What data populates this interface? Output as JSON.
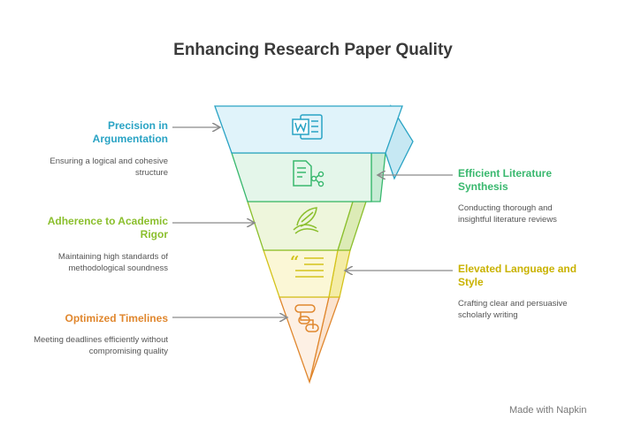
{
  "title": "Enhancing Research Paper Quality",
  "colors": {
    "precision": "#29a3c4",
    "synthesis": "#39b86e",
    "rigor": "#8bbf2d",
    "language": "#d4c31c",
    "timelines": "#e0872e"
  },
  "levels": [
    {
      "key": "precision",
      "label": "Precision in Argumentation",
      "desc": "Ensuring a logical and cohesive structure",
      "side": "left",
      "icon": "word-document-icon"
    },
    {
      "key": "synthesis",
      "label": "Efficient Literature Synthesis",
      "desc": "Conducting thorough and insightful literature reviews",
      "side": "right",
      "icon": "document-share-icon"
    },
    {
      "key": "rigor",
      "label": "Adherence to Academic Rigor",
      "desc": "Maintaining high standards of methodological soundness",
      "side": "left",
      "icon": "quill-book-icon"
    },
    {
      "key": "language",
      "label": "Elevated Language and Style",
      "desc": "Crafting clear and persuasive scholarly writing",
      "side": "right",
      "icon": "quote-text-icon"
    },
    {
      "key": "timelines",
      "label": "Optimized Timelines",
      "desc": "Meeting deadlines efficiently without compromising quality",
      "side": "left",
      "icon": "timeline-path-icon"
    }
  ],
  "credit": "Made with Napkin"
}
